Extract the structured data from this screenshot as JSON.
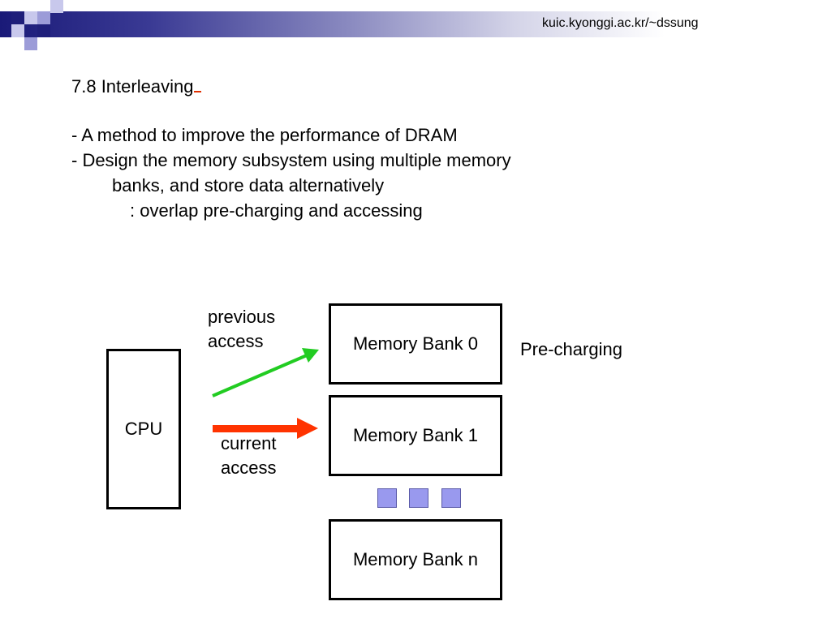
{
  "header": {
    "url": "kuic.kyonggi.ac.kr/~dssung"
  },
  "slide": {
    "title": "7.8 Interleaving",
    "bullets": [
      "- A method to improve the performance of DRAM",
      "- Design the memory subsystem using multiple memory",
      "banks, and store data alternatively",
      ": overlap pre-charging and accessing"
    ]
  },
  "diagram": {
    "cpu_label": "CPU",
    "banks": [
      "Memory Bank 0",
      "Memory Bank 1",
      "Memory Bank n"
    ],
    "previous_access": [
      "previous",
      "access"
    ],
    "current_access": [
      "current",
      "access"
    ],
    "precharging_label": "Pre-charging",
    "colors": {
      "previous_arrow": "#22cc22",
      "current_arrow": "#ff3300",
      "ellipsis_square": "#9999ee"
    }
  }
}
